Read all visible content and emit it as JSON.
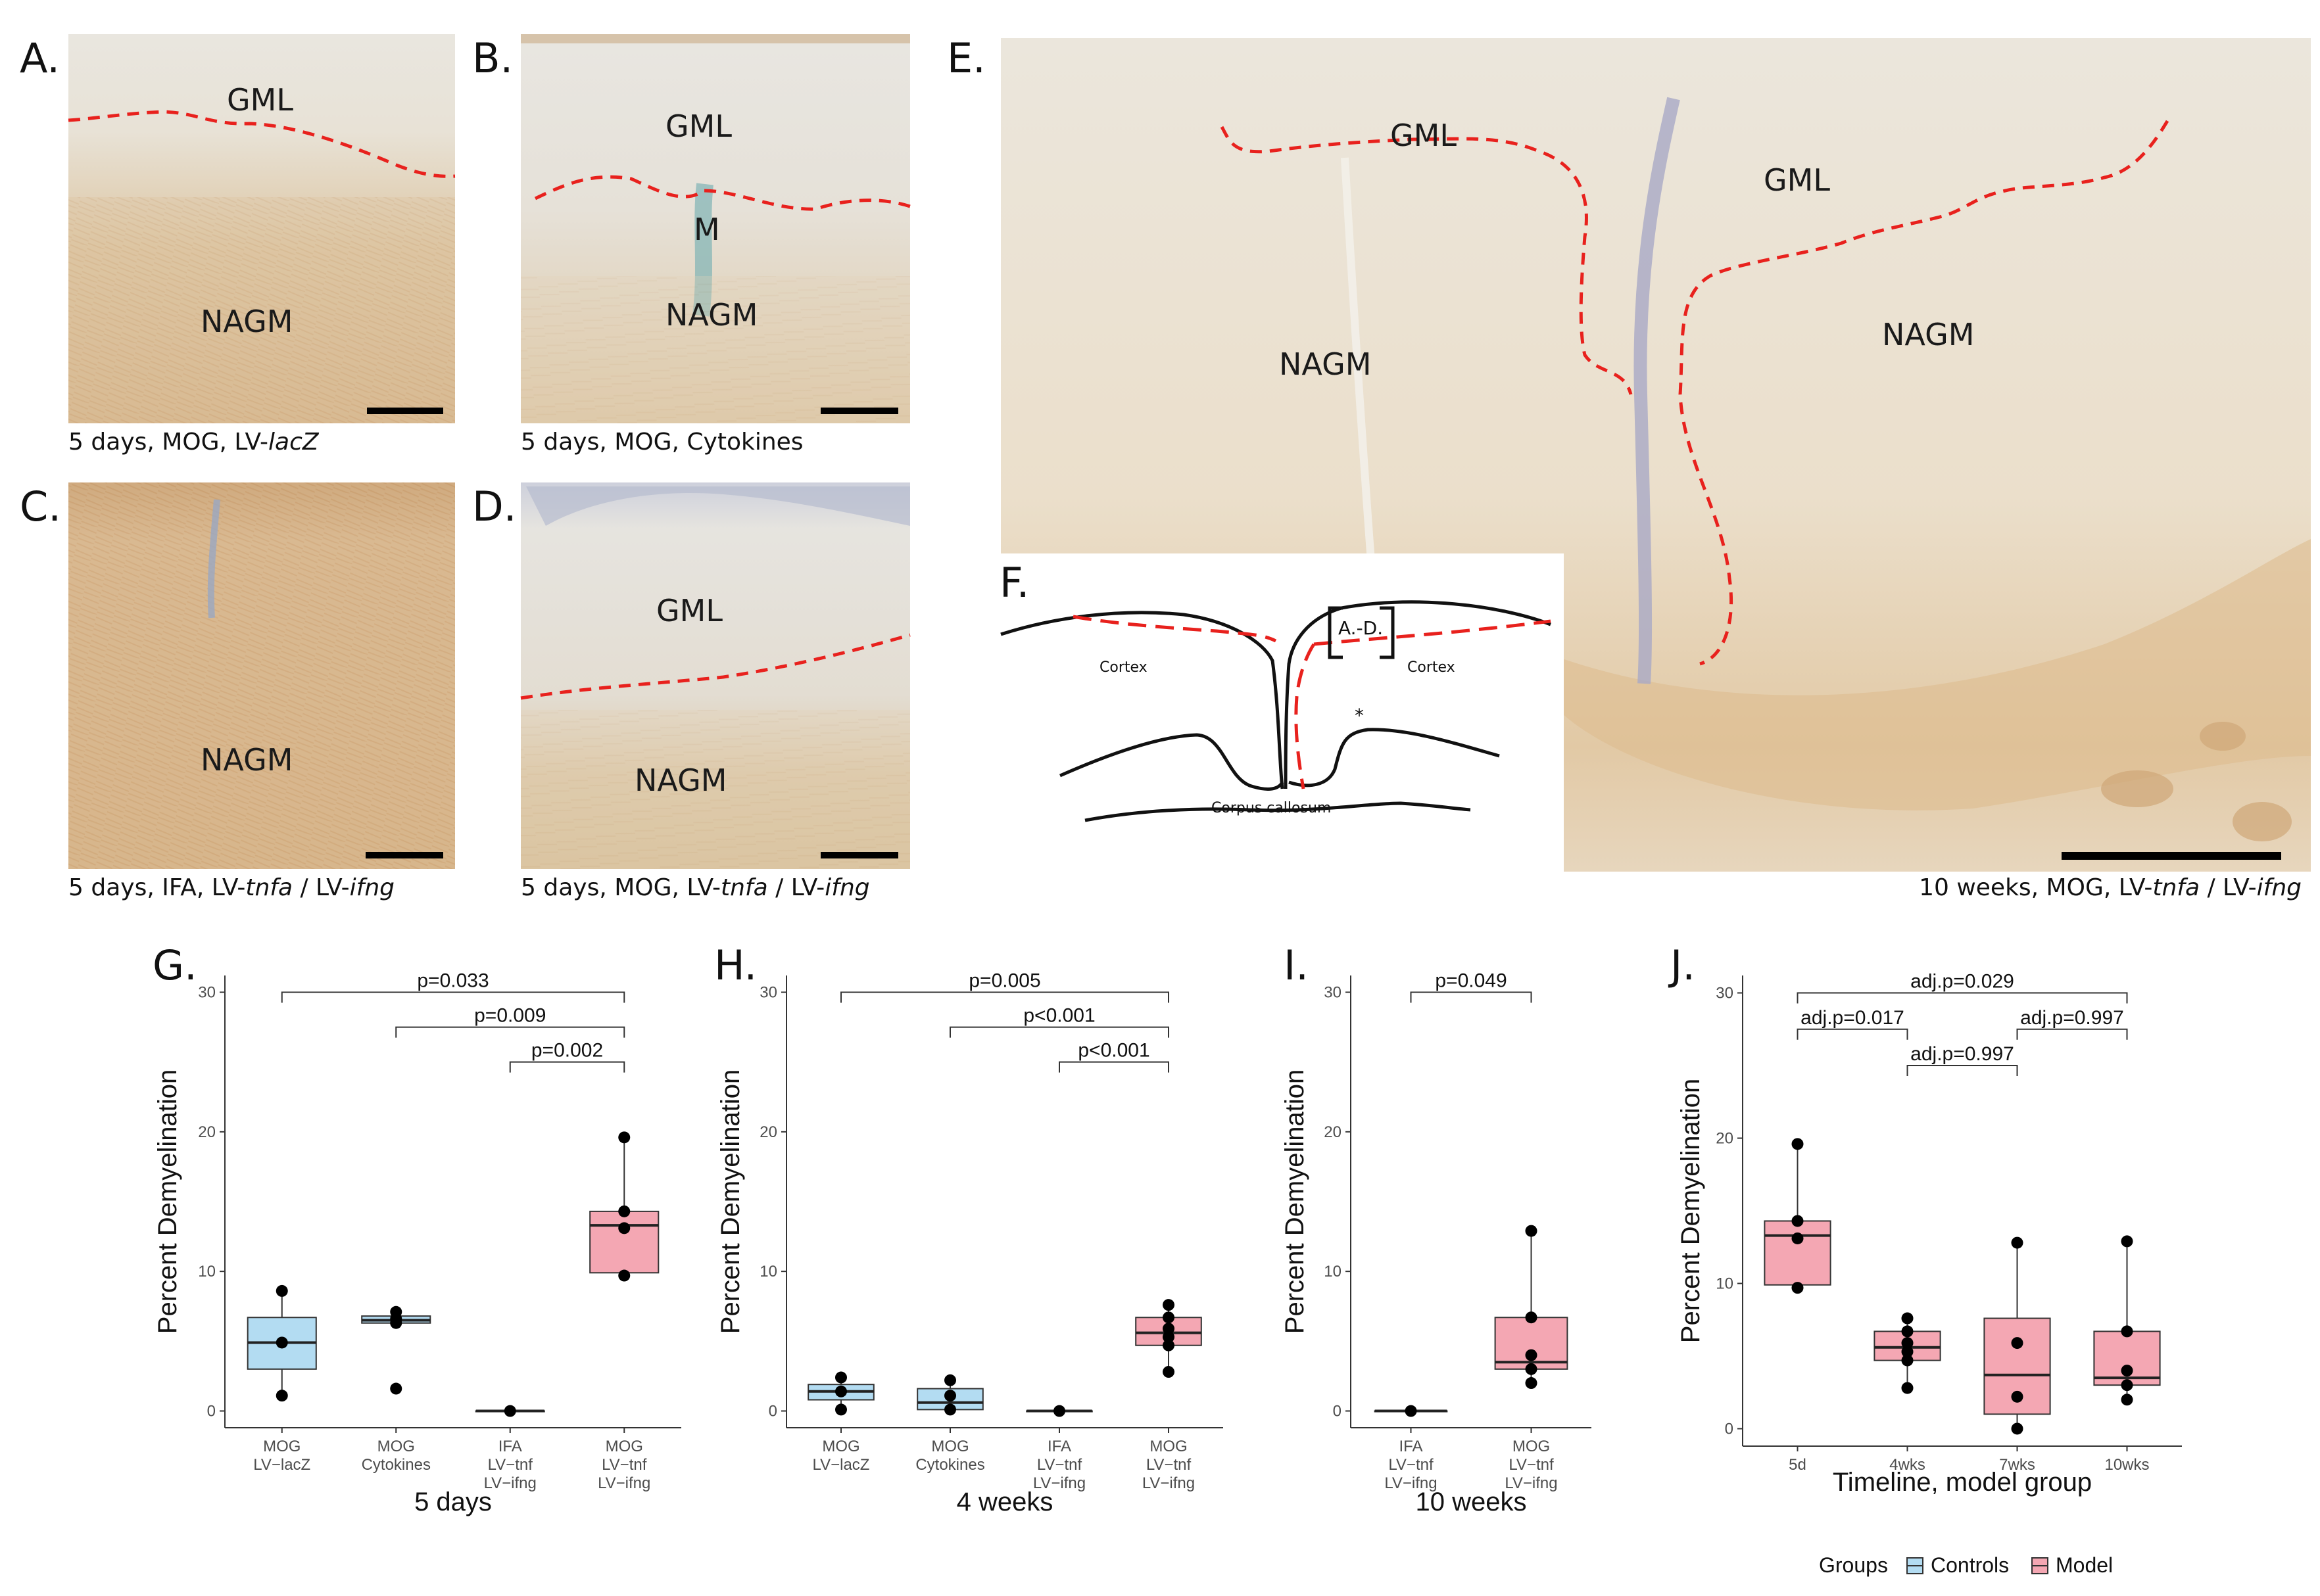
{
  "micrographs": [
    {
      "id": "A",
      "label": "A.",
      "caption_parts": [
        "5 days, MOG, LV-",
        "lacZ"
      ],
      "regions": [
        "GML",
        "NAGM"
      ]
    },
    {
      "id": "B",
      "label": "B.",
      "caption_parts": [
        "5 days, MOG, Cytokines"
      ],
      "regions": [
        "GML",
        "M",
        "NAGM"
      ]
    },
    {
      "id": "C",
      "label": "C.",
      "caption_parts": [
        "5 days, IFA, LV-",
        "tnfa",
        " / LV-",
        "ifng"
      ],
      "regions": [
        "NAGM"
      ]
    },
    {
      "id": "D",
      "label": "D.",
      "caption_parts": [
        "5 days, MOG, LV-",
        "tnfa",
        " / LV-",
        "ifng"
      ],
      "regions": [
        "GML",
        "NAGM"
      ]
    },
    {
      "id": "E",
      "label": "E.",
      "caption_parts": [
        "10 weeks, MOG, LV-",
        "tnfa",
        " / LV-",
        "ifng"
      ],
      "regions": [
        "GML",
        "GML",
        "NAGM",
        "NAGM"
      ]
    }
  ],
  "schematic": {
    "label": "F.",
    "texts": [
      "A.-D.",
      "Cortex",
      "Cortex",
      "*",
      "Corpus callosum"
    ]
  },
  "colors": {
    "controls": "#b3dcf2",
    "model": "#f4a7b3",
    "dashed": "#e8211d"
  },
  "chart_data": [
    {
      "id": "G",
      "type": "box",
      "label": "G.",
      "ylabel": "Percent Demyelination",
      "xlabel": "5 days",
      "ylim": [
        0,
        30
      ],
      "yticks": [
        0,
        10,
        20,
        30
      ],
      "groups": [
        {
          "label": [
            "MOG",
            "LV−lacZ"
          ],
          "group": "Controls",
          "q1": 3.0,
          "median": 4.9,
          "q3": 6.7,
          "whisker_low": 1.1,
          "whisker_high": 8.6,
          "points": [
            1.1,
            4.9,
            8.6
          ]
        },
        {
          "label": [
            "MOG",
            "Cytokines"
          ],
          "group": "Controls",
          "q1": 6.3,
          "median": 6.5,
          "q3": 6.8,
          "whisker_low": 6.3,
          "whisker_high": 7.1,
          "points": [
            1.6,
            6.3,
            6.6,
            7.1
          ]
        },
        {
          "label": [
            "IFA",
            "LV−tnf",
            "LV−ifng"
          ],
          "group": "Controls",
          "q1": 0,
          "median": 0,
          "q3": 0,
          "whisker_low": 0,
          "whisker_high": 0,
          "points": [
            0
          ]
        },
        {
          "label": [
            "MOG",
            "LV−tnf",
            "LV−ifng"
          ],
          "group": "Model",
          "q1": 9.9,
          "median": 13.3,
          "q3": 14.3,
          "whisker_low": 9.7,
          "whisker_high": 19.6,
          "points": [
            9.7,
            13.1,
            14.3,
            19.6
          ]
        }
      ],
      "comparisons": [
        {
          "text": "p=0.033",
          "from": 0,
          "to": 3,
          "y": 30
        },
        {
          "text": "p=0.009",
          "from": 1,
          "to": 3,
          "y": 27.5
        },
        {
          "text": "p=0.002",
          "from": 2,
          "to": 3,
          "y": 25
        }
      ]
    },
    {
      "id": "H",
      "type": "box",
      "label": "H.",
      "ylabel": "Percent Demyelination",
      "xlabel": "4 weeks",
      "ylim": [
        0,
        30
      ],
      "yticks": [
        0,
        10,
        20,
        30
      ],
      "groups": [
        {
          "label": [
            "MOG",
            "LV−lacZ"
          ],
          "group": "Controls",
          "q1": 0.8,
          "median": 1.4,
          "q3": 1.9,
          "whisker_low": 0.1,
          "whisker_high": 2.4,
          "points": [
            0.1,
            1.4,
            2.4
          ]
        },
        {
          "label": [
            "MOG",
            "Cytokines"
          ],
          "group": "Controls",
          "q1": 0.1,
          "median": 0.6,
          "q3": 1.6,
          "whisker_low": 0.1,
          "whisker_high": 2.2,
          "points": [
            0.1,
            1.1,
            2.2
          ]
        },
        {
          "label": [
            "IFA",
            "LV−tnf",
            "LV−ifng"
          ],
          "group": "Controls",
          "q1": 0,
          "median": 0,
          "q3": 0,
          "whisker_low": 0,
          "whisker_high": 0,
          "points": [
            0
          ]
        },
        {
          "label": [
            "MOG",
            "LV−tnf",
            "LV−ifng"
          ],
          "group": "Model",
          "q1": 4.7,
          "median": 5.6,
          "q3": 6.7,
          "whisker_low": 2.8,
          "whisker_high": 7.6,
          "points": [
            2.8,
            4.7,
            5.3,
            5.9,
            6.7,
            7.6
          ]
        }
      ],
      "comparisons": [
        {
          "text": "p=0.005",
          "from": 0,
          "to": 3,
          "y": 30
        },
        {
          "text": "p<0.001",
          "from": 1,
          "to": 3,
          "y": 27.5
        },
        {
          "text": "p<0.001",
          "from": 2,
          "to": 3,
          "y": 25
        }
      ]
    },
    {
      "id": "I",
      "type": "box",
      "label": "I.",
      "ylabel": "Percent Demyelination",
      "xlabel": "10 weeks",
      "ylim": [
        0,
        30
      ],
      "yticks": [
        0,
        10,
        20,
        30
      ],
      "groups": [
        {
          "label": [
            "IFA",
            "LV−tnf",
            "LV−ifng"
          ],
          "group": "Controls",
          "q1": 0,
          "median": 0,
          "q3": 0,
          "whisker_low": 0,
          "whisker_high": 0,
          "points": [
            0
          ]
        },
        {
          "label": [
            "MOG",
            "LV−tnf",
            "LV−ifng"
          ],
          "group": "Model",
          "q1": 3.0,
          "median": 3.5,
          "q3": 6.7,
          "whisker_low": 2.0,
          "whisker_high": 12.9,
          "points": [
            2.0,
            3.0,
            4.0,
            6.7,
            12.9
          ]
        }
      ],
      "comparisons": [
        {
          "text": "p=0.049",
          "from": 0,
          "to": 1,
          "y": 30
        }
      ]
    },
    {
      "id": "J",
      "type": "box",
      "label": "J.",
      "ylabel": "Percent Demyelination",
      "xlabel": "Timeline, model group",
      "ylim": [
        0,
        30
      ],
      "yticks": [
        0,
        10,
        20,
        30
      ],
      "groups": [
        {
          "label": [
            "5d"
          ],
          "group": "Model",
          "q1": 9.9,
          "median": 13.3,
          "q3": 14.3,
          "whisker_low": 9.7,
          "whisker_high": 19.6,
          "points": [
            9.7,
            13.1,
            14.3,
            19.6
          ]
        },
        {
          "label": [
            "4wks"
          ],
          "group": "Model",
          "q1": 4.7,
          "median": 5.6,
          "q3": 6.7,
          "whisker_low": 2.8,
          "whisker_high": 7.6,
          "points": [
            2.8,
            4.7,
            5.3,
            5.9,
            6.7,
            7.6
          ]
        },
        {
          "label": [
            "7wks"
          ],
          "group": "Model",
          "q1": 1.0,
          "median": 3.7,
          "q3": 7.6,
          "whisker_low": 0,
          "whisker_high": 12.8,
          "points": [
            0,
            2.2,
            5.9,
            12.8
          ]
        },
        {
          "label": [
            "10wks"
          ],
          "group": "Model",
          "q1": 3.0,
          "median": 3.5,
          "q3": 6.7,
          "whisker_low": 2.0,
          "whisker_high": 12.9,
          "points": [
            2.0,
            3.0,
            4.0,
            6.7,
            12.9
          ]
        }
      ],
      "comparisons": [
        {
          "text": "adj.p=0.029",
          "from": 0,
          "to": 3,
          "y": 30
        },
        {
          "text": "adj.p=0.017",
          "from": 0,
          "to": 1,
          "y": 27.5
        },
        {
          "text": "adj.p=0.997",
          "from": 2,
          "to": 3,
          "y": 27.5
        },
        {
          "text": "adj.p=0.997",
          "from": 1,
          "to": 2,
          "y": 25
        }
      ]
    }
  ],
  "legend": {
    "title": "Groups",
    "items": [
      {
        "label": "Controls",
        "color": "#b3dcf2"
      },
      {
        "label": "Model",
        "color": "#f4a7b3"
      }
    ]
  }
}
